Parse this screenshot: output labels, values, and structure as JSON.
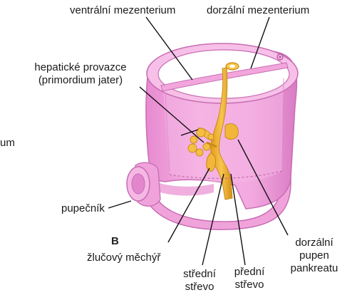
{
  "labels": {
    "ventral_mesentery": "ventrální mezenterium",
    "dorsal_mesentery": "dorzální mezenterium",
    "hepatic_cords_line1": "hepatické provazce",
    "hepatic_cords_line2": "(primordium jater)",
    "cut_left": "um",
    "umbilical_cord": "pupečník",
    "panel_letter": "B",
    "gallbladder": "žlučový měchýř",
    "midgut_line1": "střední",
    "midgut_line2": "střevo",
    "foregut_line1": "přední",
    "foregut_line2": "střevo",
    "dorsal_pancreas_line1": "dorzální",
    "dorsal_pancreas_line2": "pupen",
    "dorsal_pancreas_line3": "pankreatu"
  },
  "colors": {
    "body_wall": "#f2a6dc",
    "body_wall_dark": "#d67ec3",
    "body_wall_light": "#fbd3ef",
    "cavity_top": "#ffffff",
    "gut": "#f2b63a",
    "gut_dark": "#c98b14",
    "pointer_line": "#111111",
    "panel_letter": "#222222"
  }
}
